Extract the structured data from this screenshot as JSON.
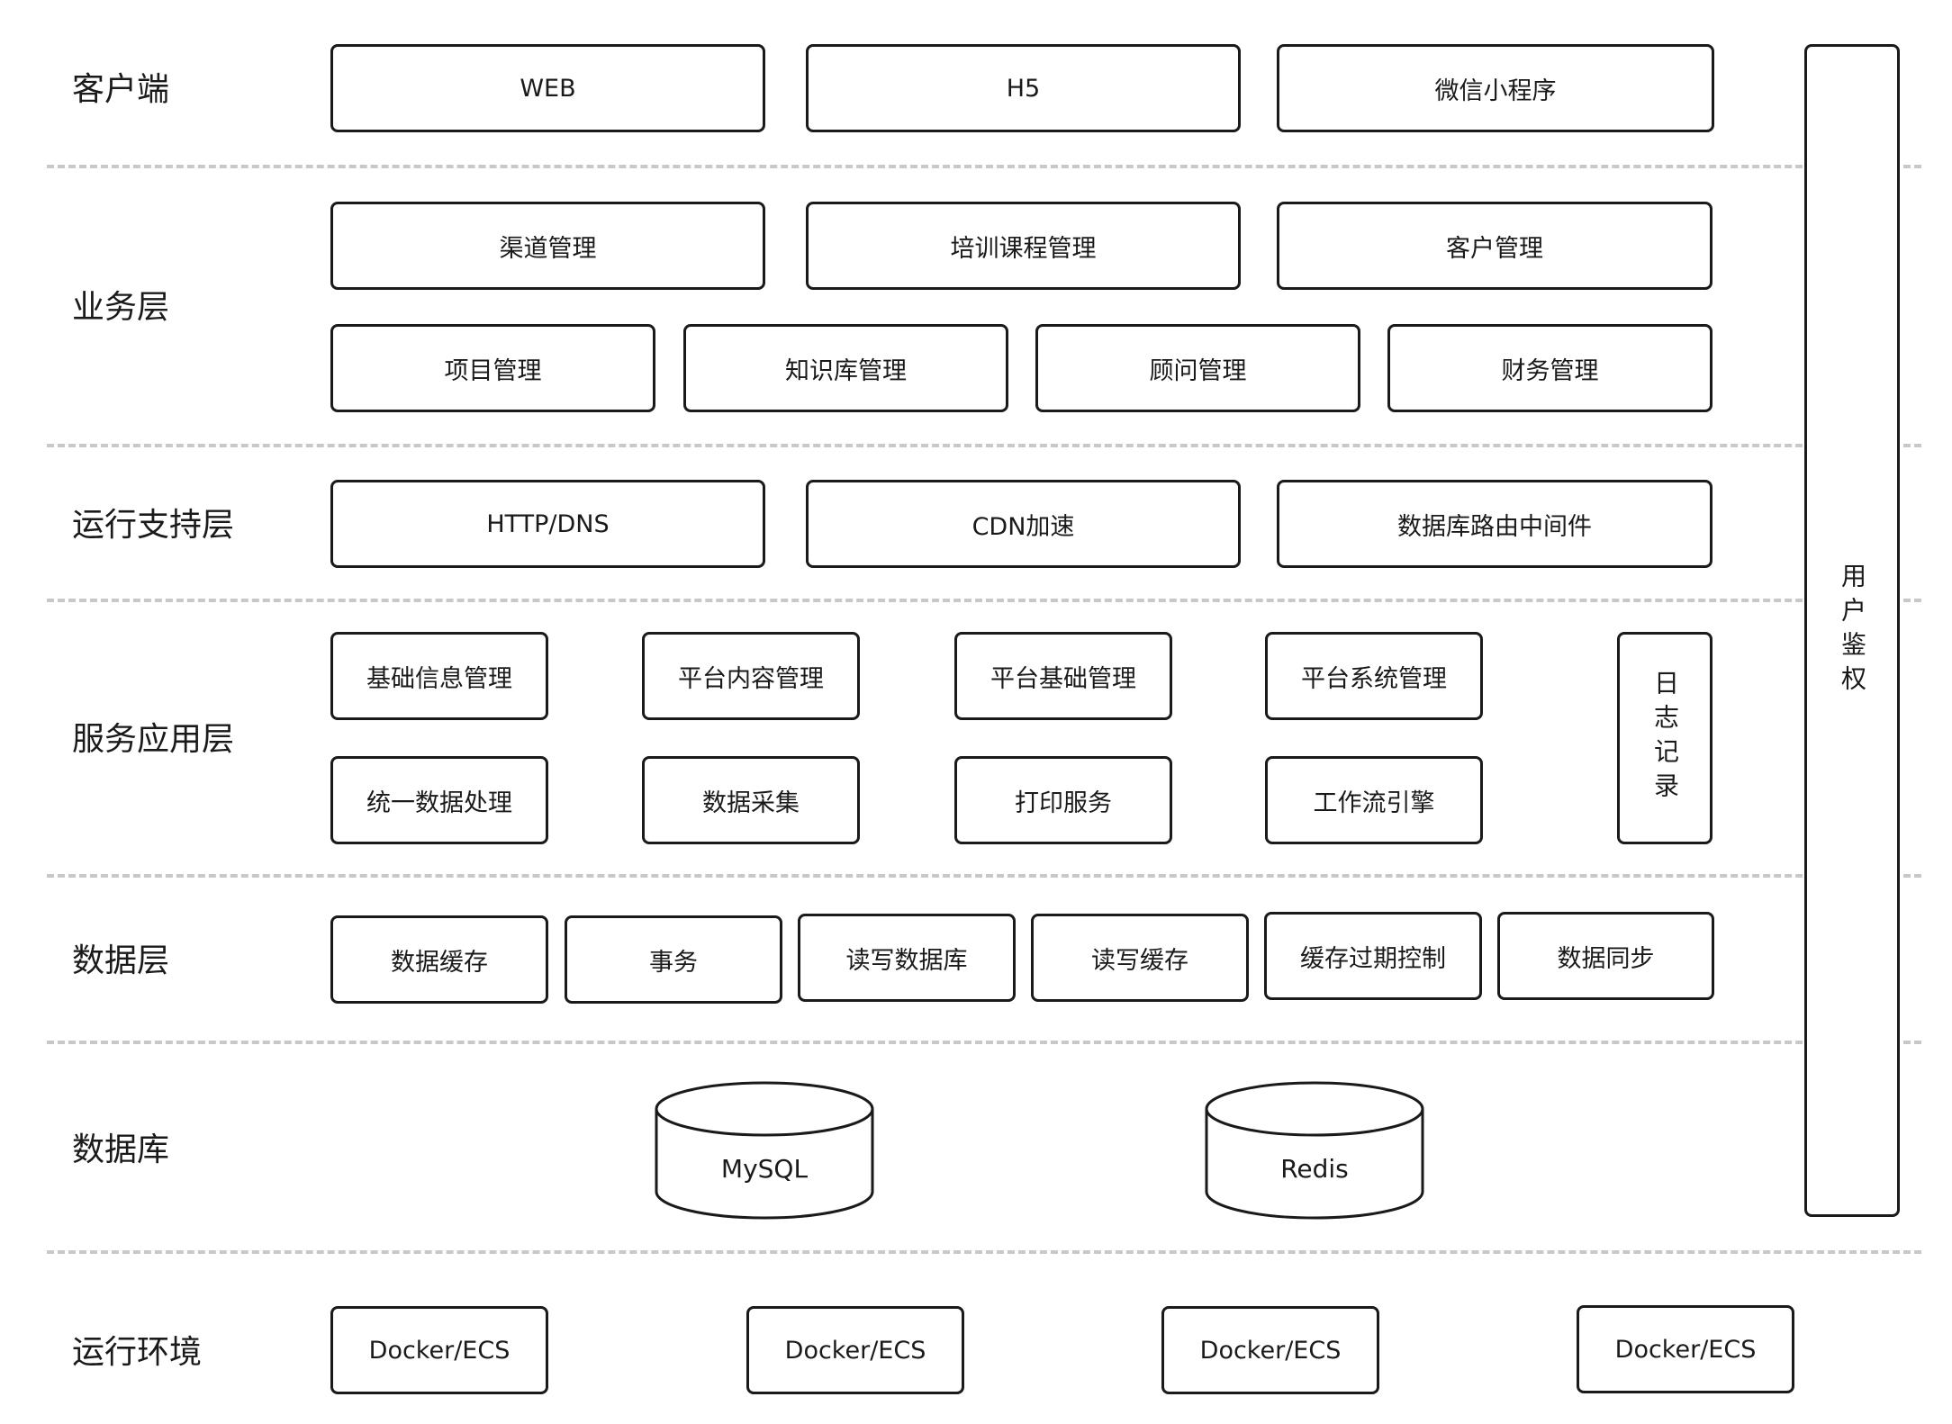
{
  "layers": {
    "client": {
      "label": "客户端",
      "items": [
        "WEB",
        "H5",
        "微信小程序"
      ]
    },
    "business": {
      "label": "业务层",
      "row1": [
        "渠道管理",
        "培训课程管理",
        "客户管理"
      ],
      "row2": [
        "项目管理",
        "知识库管理",
        "顾问管理",
        "财务管理"
      ]
    },
    "runtime_support": {
      "label": "运行支持层",
      "items": [
        "HTTP/DNS",
        "CDN加速",
        "数据库路由中间件"
      ]
    },
    "service": {
      "label": "服务应用层",
      "row1": [
        "基础信息管理",
        "平台内容管理",
        "平台基础管理",
        "平台系统管理"
      ],
      "row2": [
        "统一数据处理",
        "数据采集",
        "打印服务",
        "工作流引擎"
      ],
      "log": "日志记录"
    },
    "data": {
      "label": "数据层",
      "items": [
        "数据缓存",
        "事务",
        "读写数据库",
        "读写缓存",
        "缓存过期控制",
        "数据同步"
      ]
    },
    "database": {
      "label": "数据库",
      "items": [
        "MySQL",
        "Redis"
      ]
    },
    "environment": {
      "label": "运行环境",
      "items": [
        "Docker/ECS",
        "Docker/ECS",
        "Docker/ECS",
        "Docker/ECS"
      ]
    }
  },
  "auth": {
    "label": "用户鉴权"
  }
}
